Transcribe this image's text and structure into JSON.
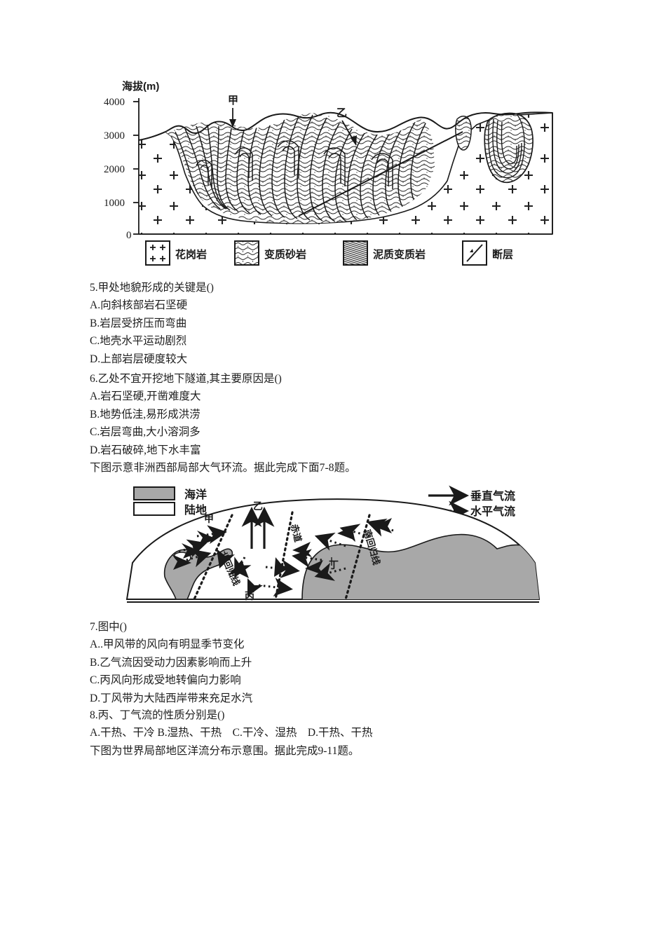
{
  "figure1": {
    "name": "geologic-cross-section",
    "y_axis_title": "海拔(m)",
    "y_ticks": [
      "4000",
      "3000",
      "2000",
      "1000",
      "0"
    ],
    "annotations": [
      {
        "label": "甲",
        "meaning": "point-jia-anticline-ridge"
      },
      {
        "label": "乙",
        "meaning": "point-yi-fault-zone"
      }
    ],
    "legend": [
      {
        "label": "花岗岩",
        "pattern": "cross-plus"
      },
      {
        "label": "变质砂岩",
        "pattern": "wavy-dotted"
      },
      {
        "label": "泥质变质岩",
        "pattern": "folded-bands"
      },
      {
        "label": "断层",
        "pattern": "slash-line"
      }
    ]
  },
  "questions": [
    {
      "number": "5",
      "stem": "5.甲处地貌形成的关键是()",
      "options": [
        "A.向斜核部岩石坚硬",
        "B.岩层受挤压而弯曲",
        "C.地壳水平运动剧烈",
        "D.上部岩层硬度较大"
      ]
    },
    {
      "number": "6",
      "stem": "6.乙处不宜开挖地下隧道,其主要原因是()",
      "options": [
        "A.岩石坚硬,开凿难度大",
        "B.地势低洼,易形成洪涝",
        "C.岩层弯曲,大小溶洞多",
        "D.岩石破碎,地下水丰富"
      ]
    }
  ],
  "intro_7_8": "下图示意非洲西部局部大气环流。据此完成下面7-8题。",
  "figure2": {
    "name": "atmospheric-circulation-west-africa",
    "legend_left": [
      {
        "label": "海洋",
        "fill": "#a8a8a8"
      },
      {
        "label": "陆地",
        "fill": "#ffffff"
      }
    ],
    "legend_right": [
      {
        "label": "垂直气流",
        "style": "solid-arrow"
      },
      {
        "label": "水平气流",
        "style": "dotted-arrow"
      }
    ],
    "point_labels": [
      "甲",
      "乙",
      "丙",
      "丁"
    ],
    "line_labels": [
      "北回归线",
      "赤道",
      "南回归线"
    ]
  },
  "questions2": [
    {
      "number": "7",
      "stem": "7.图中()",
      "options": [
        "A..甲风带的风向有明显季节变化",
        "B.乙气流因受动力因素影响而上升",
        "C.丙风向形成受地转偏向力影响",
        "D.丁风带为大陆西岸带来充足水汽"
      ]
    },
    {
      "number": "8",
      "stem": "8.丙、丁气流的性质分别是()",
      "options_inline": "A.干热、干冷 B.湿热、干热　C.干冷、湿热　D.干热、干热"
    }
  ],
  "intro_9_11": "下图为世界局部地区洋流分布示意围。据此完成9-11题。",
  "colors": {
    "ink": "#1a1a1a",
    "ocean_gray": "#a8a8a8",
    "page_bg": "#ffffff"
  }
}
